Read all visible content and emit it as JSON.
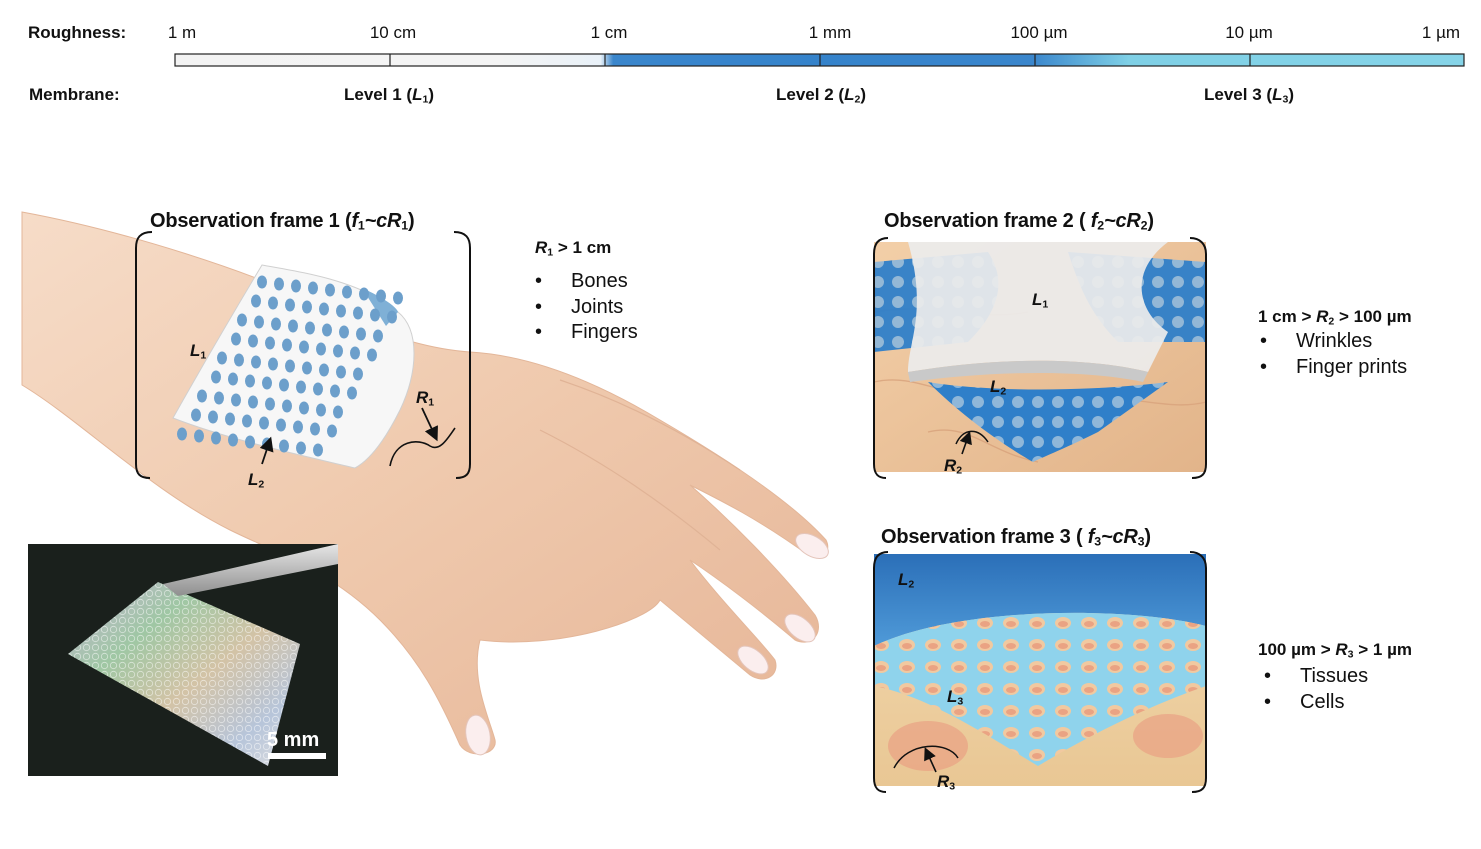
{
  "scale": {
    "roughness_label": "Roughness:",
    "membrane_label": "Membrane:",
    "ticks": [
      "1 m",
      "10 cm",
      "1 cm",
      "1 mm",
      "100 µm",
      "10 µm",
      "1 µm"
    ],
    "levels": [
      {
        "text": "Level 1 (",
        "sym": "L",
        "sub": "1",
        "close": ")"
      },
      {
        "text": "Level 2 (",
        "sym": "L",
        "sub": "2",
        "close": ")"
      },
      {
        "text": "Level 3 (",
        "sym": "L",
        "sub": "3",
        "close": ")"
      }
    ],
    "colors": {
      "light": "#f2f2f2",
      "mid": "#3a86cc",
      "pale": "#7fd0e6"
    }
  },
  "frame1": {
    "title_pre": "Observation frame 1 (",
    "f": "f",
    "f_sub": "1",
    "tilde": "~c",
    "R": "R",
    "R_sub": "1",
    "close": ")",
    "condition": {
      "sym": "R",
      "sub": "1",
      "rest": " > 1 cm"
    },
    "items": [
      "Bones",
      "Joints",
      "Fingers"
    ],
    "labels": {
      "L1": "L",
      "L1_sub": "1",
      "L2": "L",
      "L2_sub": "2",
      "R1": "R",
      "R1_sub": "1"
    }
  },
  "frame2": {
    "title_pre": "Observation frame 2 ( ",
    "f": "f",
    "f_sub": "2",
    "tilde": "~c",
    "R": "R",
    "R_sub": "2",
    "close": ")",
    "condition": {
      "pre": "1 cm > ",
      "sym": "R",
      "sub": "2",
      "rest": " > 100 µm"
    },
    "items": [
      "Wrinkles",
      "Finger prints"
    ],
    "labels": {
      "L1": "L",
      "L1_sub": "1",
      "L2": "L",
      "L2_sub": "2",
      "R2": "R",
      "R2_sub": "2"
    }
  },
  "frame3": {
    "title_pre": "Observation frame 3 ( ",
    "f": "f",
    "f_sub": "3",
    "tilde": "~c",
    "R": "R",
    "R_sub": "3",
    "close": ")",
    "condition": {
      "pre": "100 µm > ",
      "sym": "R",
      "sub": "3",
      "rest": " > 1 µm"
    },
    "items": [
      "Tissues",
      "Cells"
    ],
    "labels": {
      "L2": "L",
      "L2_sub": "2",
      "L3": "L",
      "L3_sub": "3",
      "R3": "R",
      "R3_sub": "3"
    }
  },
  "photo": {
    "scale_bar": "5 mm"
  }
}
